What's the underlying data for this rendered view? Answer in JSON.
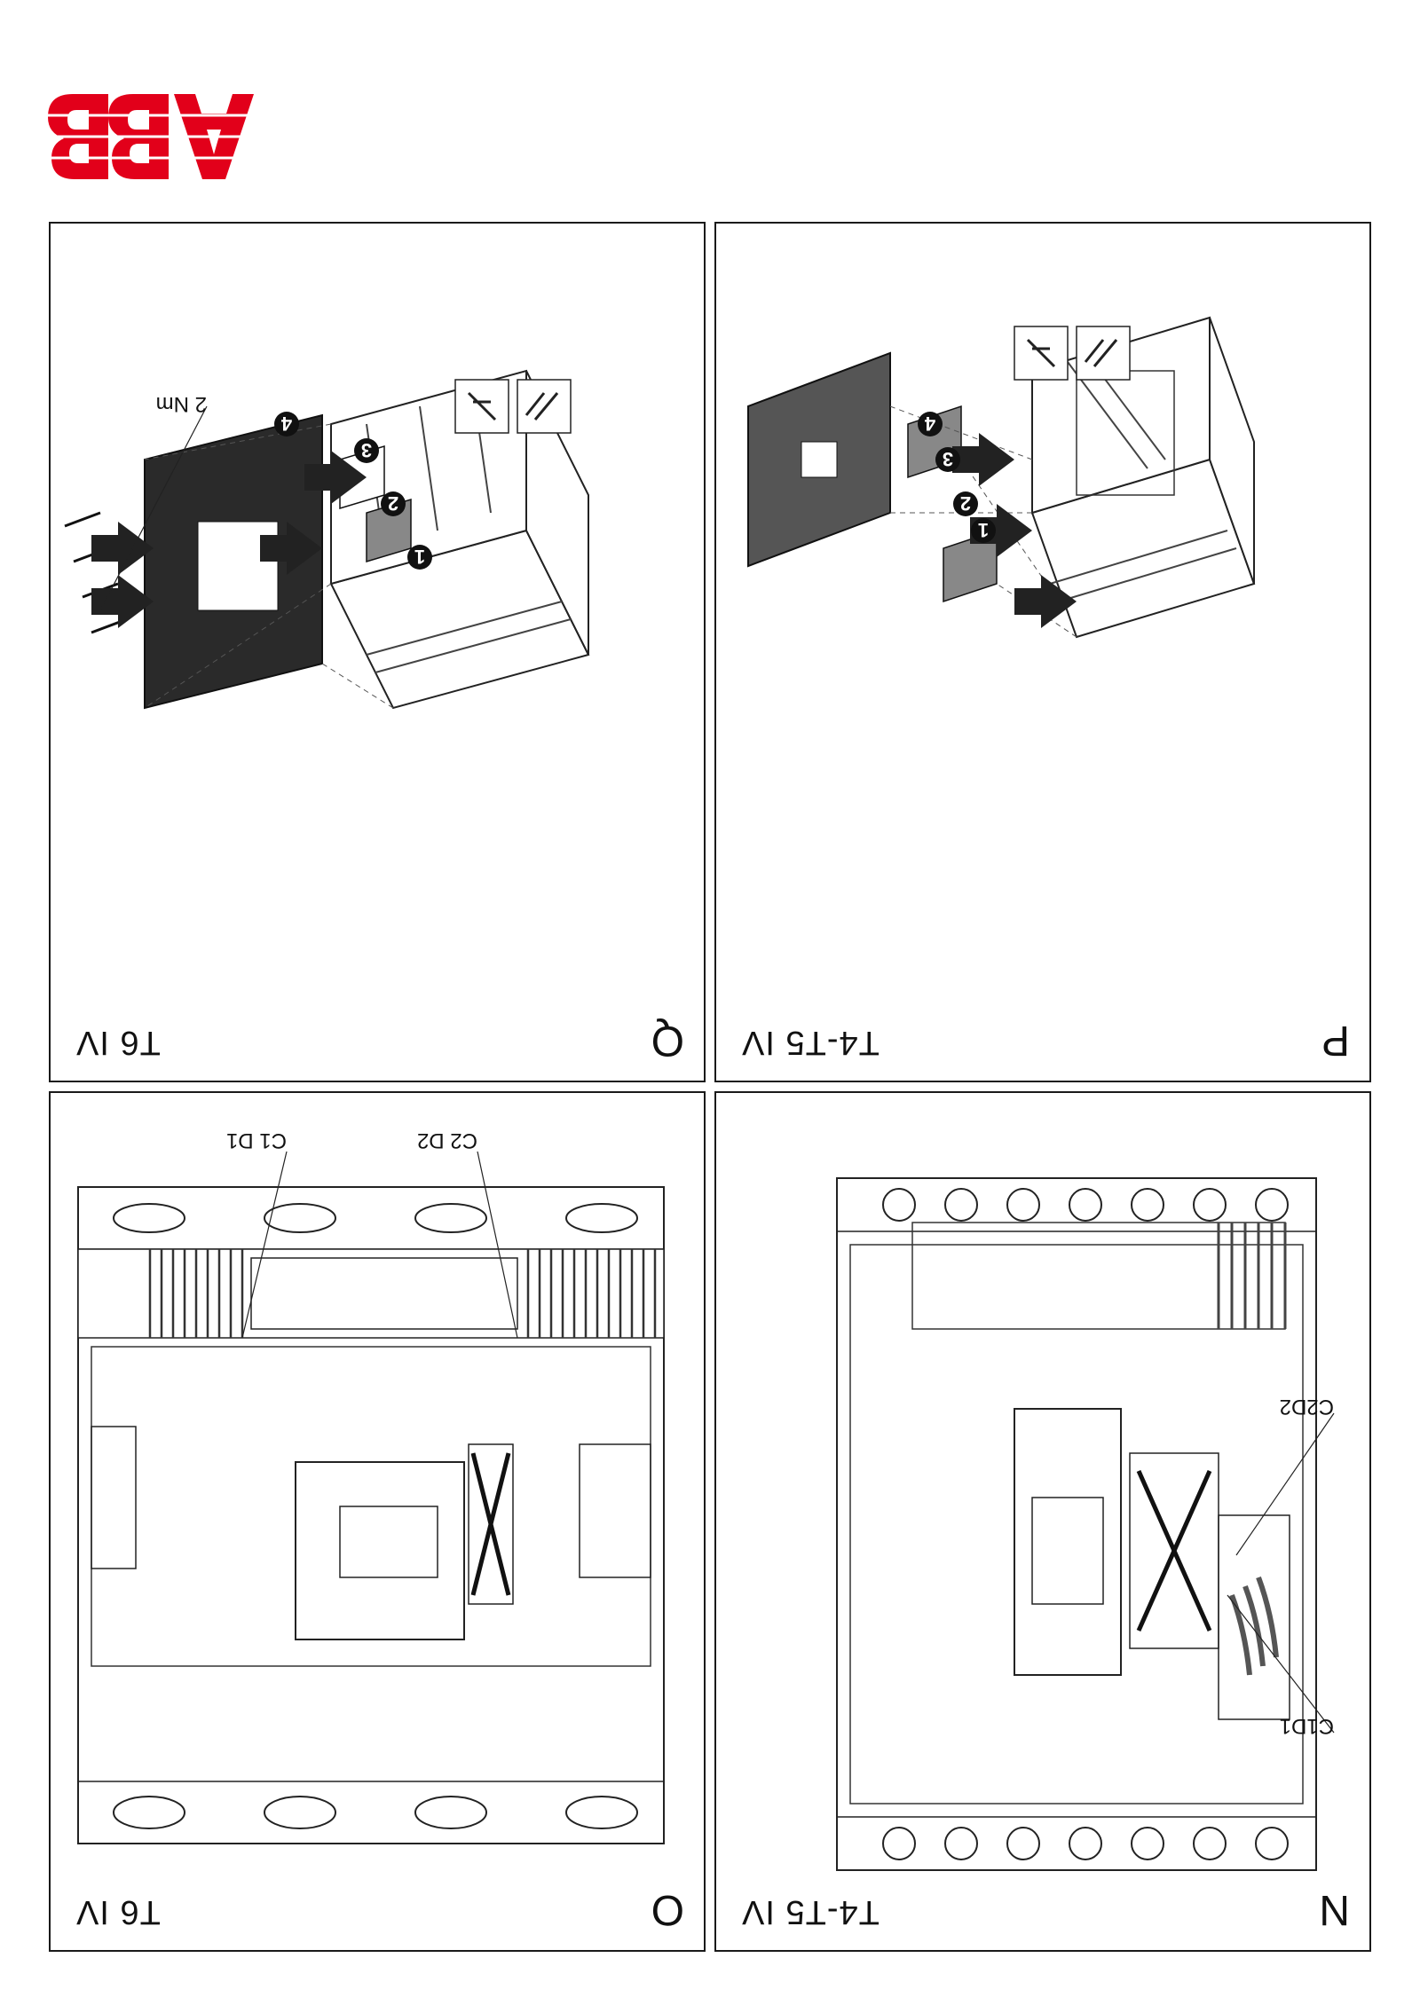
{
  "brand": {
    "logo_text": "ABB",
    "color": "#e2001a"
  },
  "panels": [
    {
      "letter": "N",
      "model": "T4-T5   IV",
      "callouts": [
        "C2D2",
        "C1D1"
      ]
    },
    {
      "letter": "O",
      "model": "T6   IV",
      "callouts": [
        "C2 D2",
        "C1 D1"
      ]
    },
    {
      "letter": "P",
      "model": "T4-T5   IV",
      "steps": [
        "1",
        "2",
        "3",
        "4"
      ]
    },
    {
      "letter": "Q",
      "model": "T6   IV",
      "torque": "2 Nm",
      "steps": [
        "1",
        "2",
        "3",
        "4"
      ]
    }
  ]
}
